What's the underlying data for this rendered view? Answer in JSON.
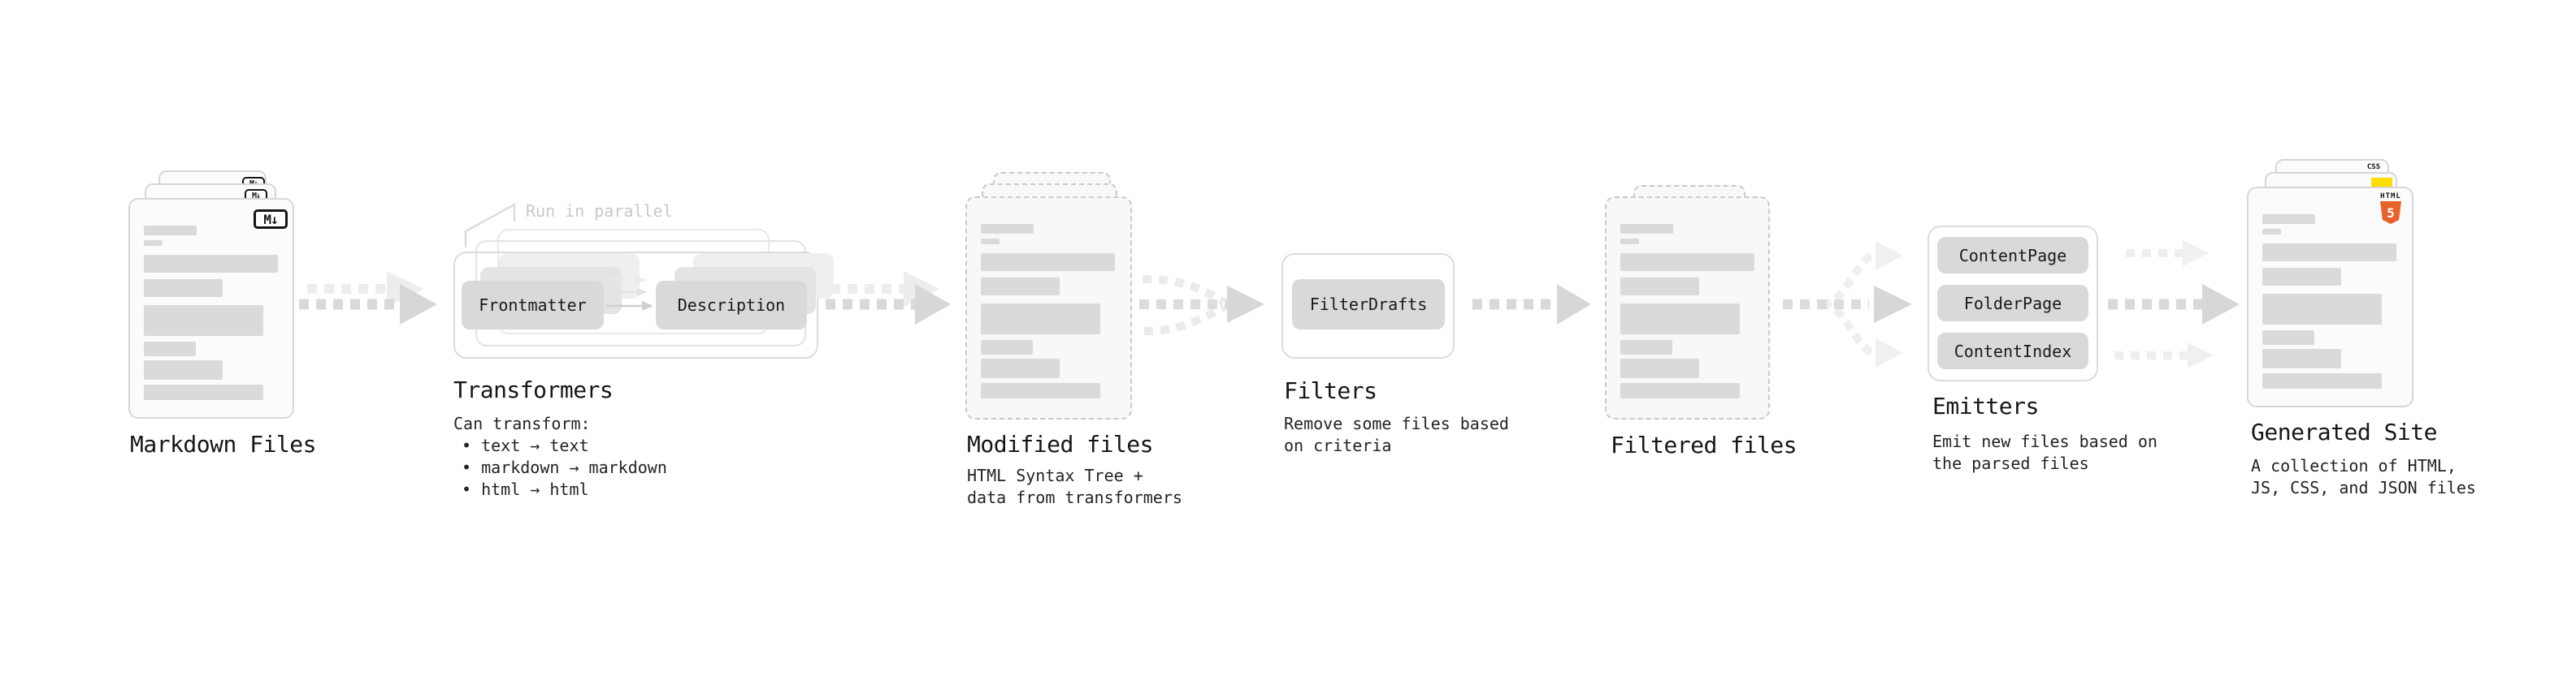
{
  "stages": {
    "markdown_files": {
      "title": "Markdown Files",
      "badge": "M↓"
    },
    "transformers": {
      "title": "Transformers",
      "parallel_note": "Run in parallel",
      "transformer_1": "Frontmatter",
      "transformer_2": "Description",
      "caption_heading": "Can transform:",
      "bullet_1": "text → text",
      "bullet_2": "markdown → markdown",
      "bullet_3": "html → html"
    },
    "modified_files": {
      "title": "Modified files",
      "caption_line_1": "HTML Syntax Tree +",
      "caption_line_2": "data from transformers"
    },
    "filters": {
      "title": "Filters",
      "filter_1": "FilterDrafts",
      "caption_line_1": "Remove some files based",
      "caption_line_2": "on criteria"
    },
    "filtered_files": {
      "title": "Filtered files"
    },
    "emitters": {
      "title": "Emitters",
      "emitter_1": "ContentPage",
      "emitter_2": "FolderPage",
      "emitter_3": "ContentIndex",
      "caption_line_1": "Emit new files based on",
      "caption_line_2": "the parsed files"
    },
    "generated_site": {
      "title": "Generated Site",
      "caption_line_1": "A collection of HTML,",
      "caption_line_2": "JS, CSS, and JSON files",
      "css_badge": "CSS",
      "html_badge_label": "HTML",
      "html_badge_number": "5"
    }
  },
  "colors": {
    "html5_orange": "#e8622c",
    "js_yellow": "#ffdd00",
    "css_blue": "#2e6df0"
  }
}
